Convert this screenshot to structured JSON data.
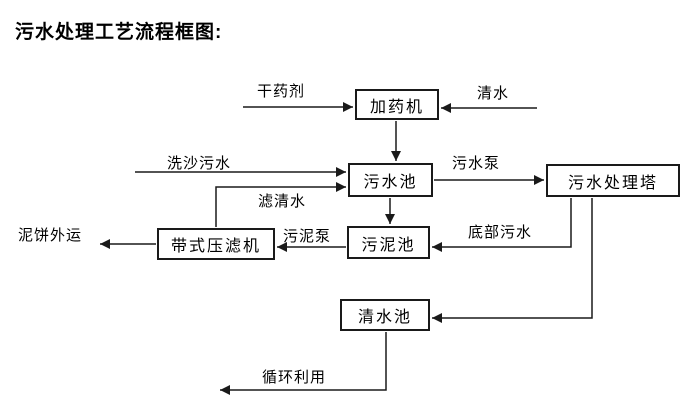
{
  "page": {
    "title": "污水处理工艺流程框图:"
  },
  "diagram": {
    "type": "flowchart",
    "nodes": {
      "dosing_machine": {
        "label": "加药机"
      },
      "sewage_pool": {
        "label": "污水池"
      },
      "treatment_tower": {
        "label": "污水处理塔"
      },
      "belt_filter_press": {
        "label": "带式压滤机"
      },
      "sludge_pool": {
        "label": "污泥池"
      },
      "clean_water_pool": {
        "label": "清水池"
      }
    },
    "edges": {
      "dry_chemical": {
        "label": "干药剂",
        "from": "external",
        "to": "dosing_machine"
      },
      "clean_water": {
        "label": "清水",
        "from": "external",
        "to": "dosing_machine"
      },
      "dosing_to_sewage": {
        "label": "",
        "from": "dosing_machine",
        "to": "sewage_pool"
      },
      "sand_washing_sewage": {
        "label": "洗沙污水",
        "from": "external",
        "to": "sewage_pool"
      },
      "filtered_water": {
        "label": "滤清水",
        "from": "belt_filter_press",
        "to": "sewage_pool"
      },
      "sewage_pump": {
        "label": "污水泵",
        "from": "sewage_pool",
        "to": "treatment_tower"
      },
      "sewage_to_sludge": {
        "label": "",
        "from": "sewage_pool",
        "to": "sludge_pool"
      },
      "sludge_pump": {
        "label": "污泥泵",
        "from": "sludge_pool",
        "to": "belt_filter_press"
      },
      "bottom_sewage": {
        "label": "底部污水",
        "from": "treatment_tower",
        "to": "sludge_pool"
      },
      "tower_to_clean": {
        "label": "",
        "from": "treatment_tower",
        "to": "clean_water_pool"
      },
      "mud_cake_outbound": {
        "label": "泥饼外运",
        "from": "belt_filter_press",
        "to": "external"
      },
      "recycling": {
        "label": "循环利用",
        "from": "clean_water_pool",
        "to": "external"
      }
    },
    "colors": {
      "line": "#1a1a1a",
      "box_border": "#1a1a1a",
      "box_fill": "#ffffff",
      "text": "#000000",
      "background": "#ffffff"
    }
  }
}
